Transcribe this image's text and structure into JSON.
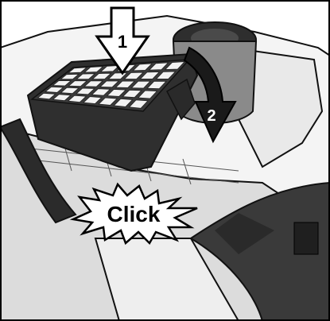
{
  "steps": {
    "step1_number": "1",
    "step2_number": "2"
  },
  "callout": {
    "click_text": "Click"
  },
  "colors": {
    "frame": "#000000",
    "dark_filter": "#2f2f2f",
    "grey_body": "#cfcfcf",
    "light_body": "#f2f2f2",
    "arrow_fill": "#ffffff",
    "arrow_dark": "#111111"
  }
}
